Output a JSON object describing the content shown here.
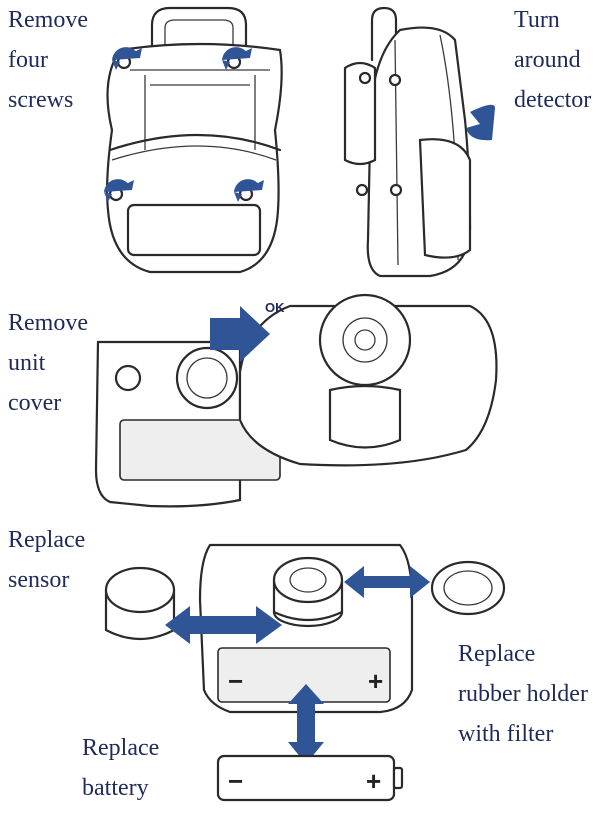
{
  "colors": {
    "label_text": "#1f2a5a",
    "arrow": "#2f5597",
    "line_art": "#2a2a2a"
  },
  "steps": {
    "remove_screws": {
      "lines": [
        "Remove",
        "four",
        "screws"
      ]
    },
    "turn_around": {
      "lines": [
        "Turn",
        "around",
        "detector"
      ]
    },
    "remove_cover": {
      "lines": [
        "Remove",
        "unit",
        "cover"
      ]
    },
    "replace_sensor": {
      "lines": [
        "Replace",
        "sensor"
      ]
    },
    "replace_holder": {
      "lines": [
        "Replace",
        "rubber holder",
        "with filter"
      ]
    },
    "replace_battery": {
      "lines": [
        "Replace",
        "battery"
      ]
    }
  },
  "device": {
    "button_label": "OK",
    "battery_minus": "−",
    "battery_plus": "+"
  },
  "icons": [
    "curved-rotate-arrow-icon",
    "turn-arrow-icon",
    "push-arrow-icon",
    "double-arrow-icon"
  ]
}
